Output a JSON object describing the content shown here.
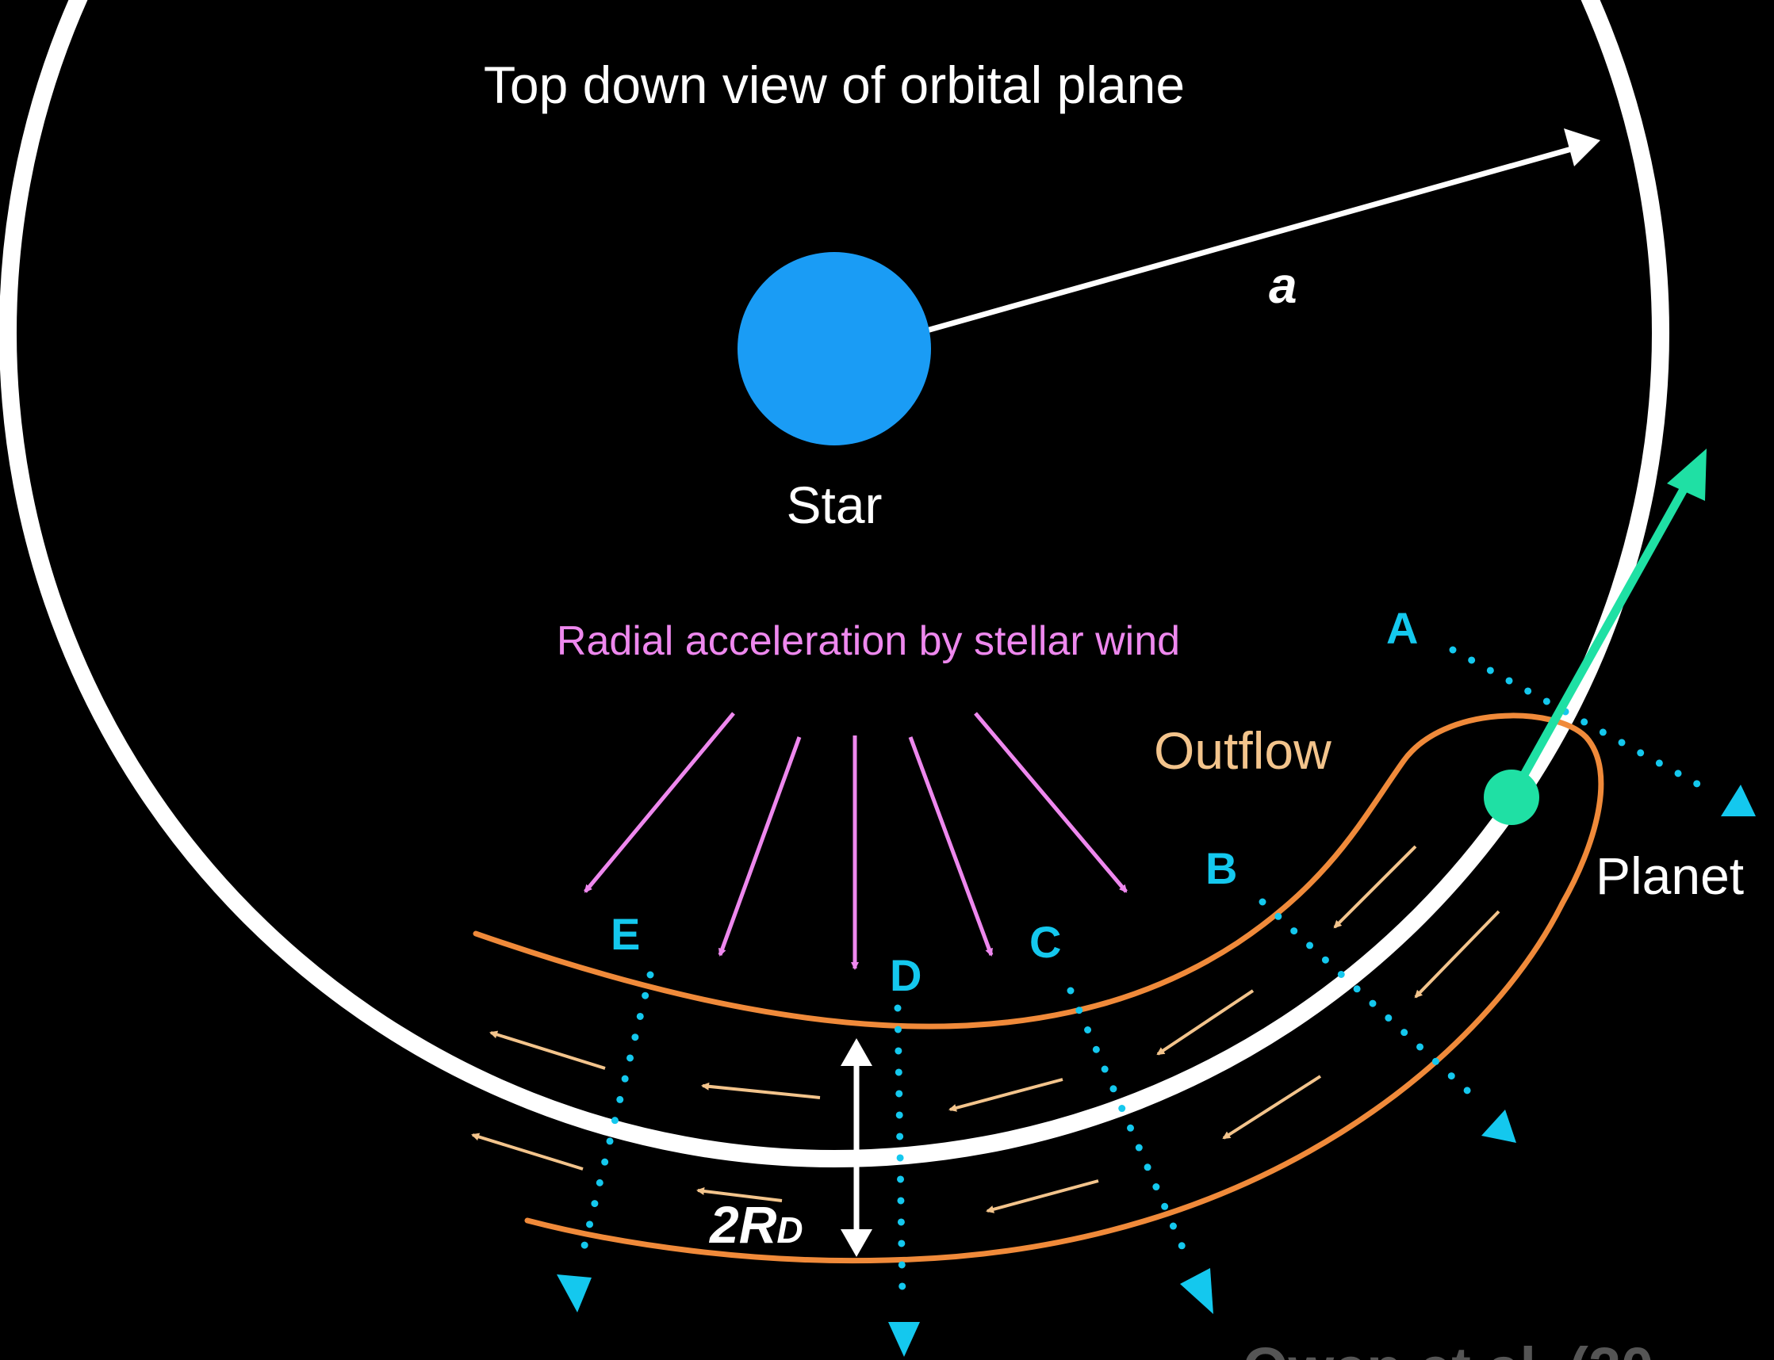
{
  "title": "Top down view of orbital plane",
  "labels": {
    "semi_major_axis": "a",
    "star": "Star",
    "wind": "Radial acceleration by stellar wind",
    "outflow": "Outflow",
    "planet": "Planet",
    "width_prefix": "2R",
    "width_sub": "D",
    "citation": "Owen et al. (20"
  },
  "sightlines": [
    "A",
    "B",
    "C",
    "D",
    "E"
  ],
  "colors": {
    "background": "#000000",
    "orbit": "#ffffff",
    "star": "#1a9cf5",
    "planet": "#1fe0a4",
    "planet_velocity": "#1fe0a4",
    "wind": "#ee88ee",
    "outflow": "#f08a3a",
    "flow_arrows": "#f3c48c",
    "sightline": "#14c8ee",
    "citation": "#555555"
  }
}
